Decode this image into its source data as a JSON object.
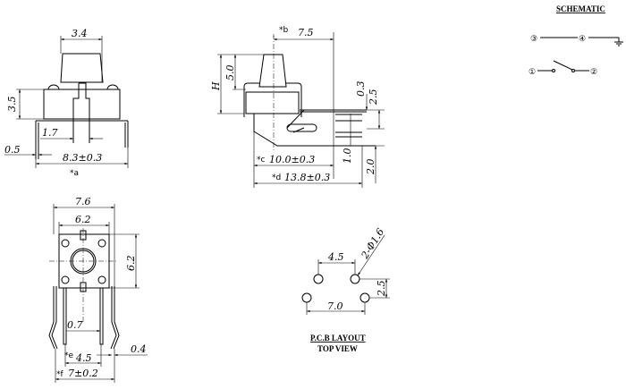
{
  "front_view": {
    "cap_width": "3.4",
    "body_height": "3.5",
    "stem_offset": "1.7",
    "lead_width": "0.5",
    "overall_width": "8.3±0.3",
    "note": "*a"
  },
  "side_view": {
    "ref_b": "*b",
    "depth": "7.5",
    "height_label": "H",
    "cap_height": "5.0",
    "lead_thickness": "0.3",
    "lead_pitch": "2.5",
    "slot": "1.0",
    "bottom_offset": "2.0",
    "ref_c": "*c",
    "dim_c": "10.0±0.3",
    "ref_d": "*d",
    "dim_d": "13.8±0.3"
  },
  "schematic": {
    "title": "SCHEMATIC",
    "pins": [
      "③",
      "④",
      "①",
      "②"
    ]
  },
  "bottom_view": {
    "outer_width": "7.6",
    "body_width": "6.2",
    "body_height": "6.2",
    "lead_spacing_label": "0.7",
    "ref_e": "*e",
    "dim_e": "4.5",
    "lead_thickness": "0.4",
    "ref_f": "*f",
    "dim_f": "7±0.2"
  },
  "pcb_layout": {
    "spacing_top": "4.5",
    "hole_spec": "2-Φ1.6",
    "row_spacing": "2.5",
    "spacing_bottom": "7.0",
    "title": "P.C.B LAYOUT",
    "subtitle": "TOP VIEW"
  }
}
